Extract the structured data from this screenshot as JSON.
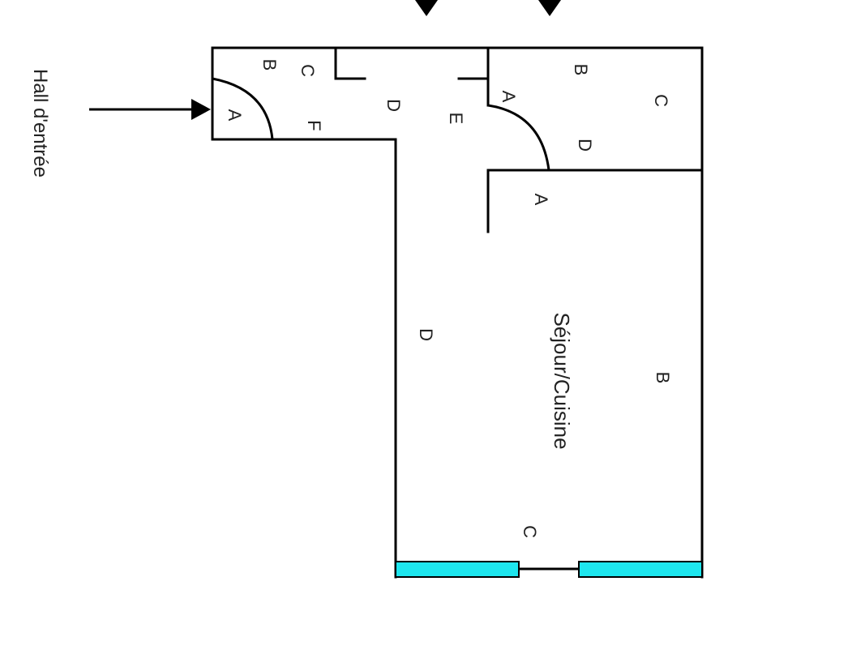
{
  "diagram": {
    "entrance_label": "Hall d'entrée",
    "room_label": "Séjour/Cuisine",
    "window_color": "#1ee6ee",
    "wall_color": "#000000",
    "labels": {
      "entry_a": "A",
      "entry_b": "B",
      "entry_c": "C",
      "entry_f": "F",
      "corridor_d": "D",
      "corridor_e": "E",
      "small_a": "A",
      "small_b": "B",
      "small_c": "C",
      "small_d": "D",
      "main_a": "A",
      "main_b": "B",
      "main_c": "C",
      "main_d": "D"
    }
  }
}
